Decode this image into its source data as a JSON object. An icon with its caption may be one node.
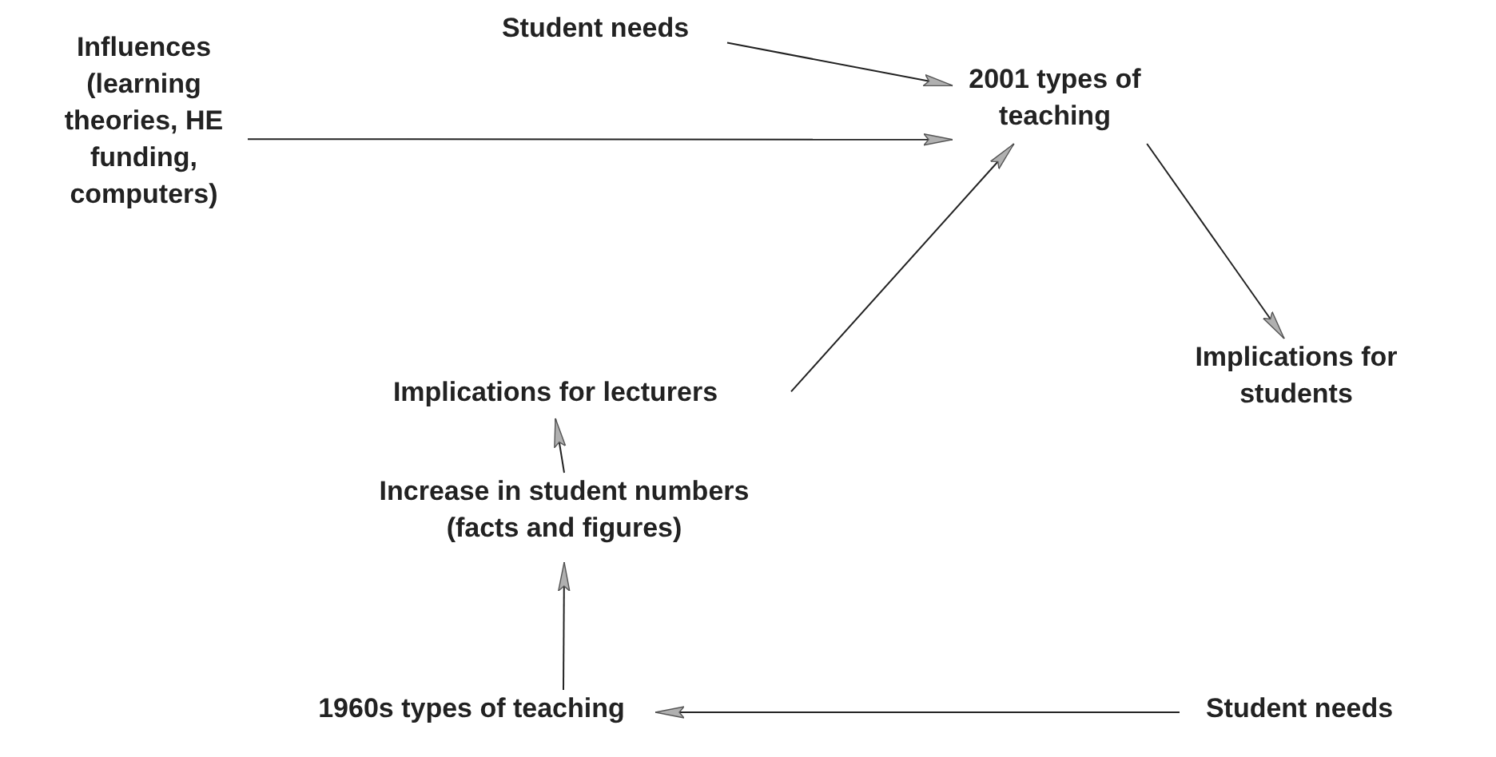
{
  "diagram": {
    "nodes": [
      {
        "text": [
          "Student needs"
        ]
      },
      {
        "text": [
          "Influences (learning theories, HE funding, computers)"
        ]
      },
      {
        "text": [
          "2001 types of teaching"
        ]
      },
      {
        "text": [
          "Implications for students"
        ]
      },
      {
        "text": [
          "Implications for lecturers"
        ]
      },
      {
        "text": [
          "Increase in student numbers (facts and figures)"
        ]
      },
      {
        "text": [
          "1960s types of teaching"
        ]
      },
      {
        "text": [
          "Student needs"
        ]
      }
    ],
    "edges": [
      {
        "from": 0,
        "to": 2,
        "arrow": "to"
      },
      {
        "from": 1,
        "to": 2,
        "arrow": "to"
      },
      {
        "from": 4,
        "to": 2,
        "arrow": "to"
      },
      {
        "from": 2,
        "to": 3,
        "arrow": "to"
      },
      {
        "from": 5,
        "to": 4,
        "arrow": "to"
      },
      {
        "from": 6,
        "to": 5,
        "arrow": "to"
      },
      {
        "from": 7,
        "to": 6,
        "arrow": "to"
      }
    ]
  }
}
